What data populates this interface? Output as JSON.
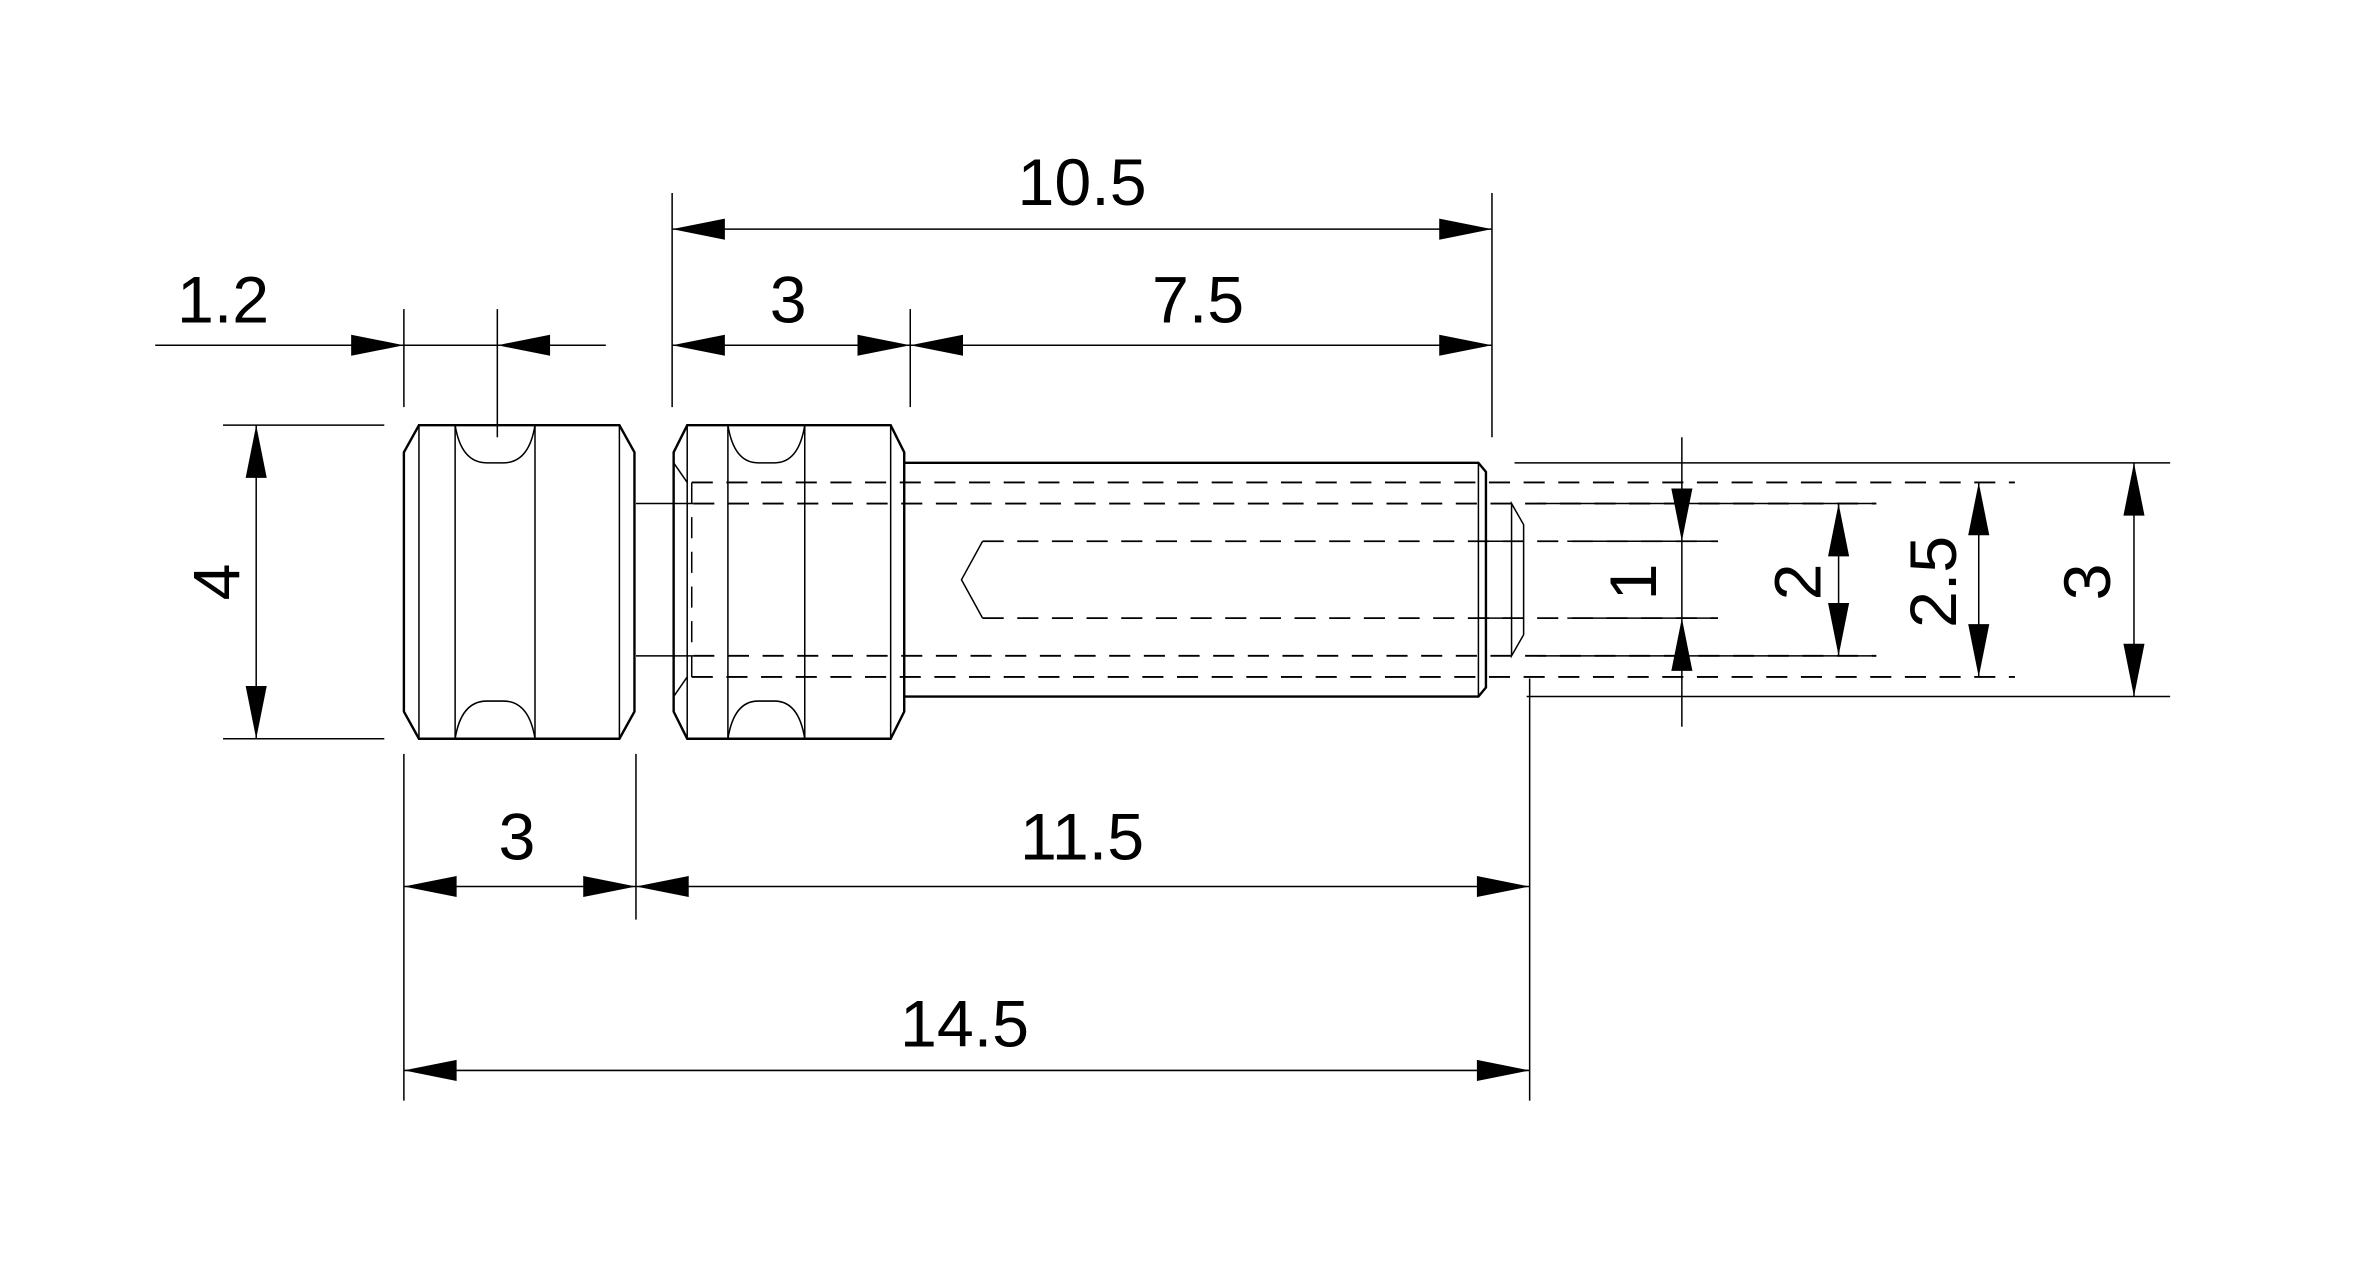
{
  "drawing": {
    "title": "Pin technical drawing",
    "dimensions": {
      "overall_top": "10.5",
      "collar_width": "3",
      "shaft_length": "7.5",
      "groove_width": "1.2",
      "head_diameter": "4",
      "head_width": "3",
      "body_length": "11.5",
      "overall_length": "14.5",
      "hole_diameter": "1",
      "pin_tip_diameter": "2",
      "thread_diameter": "2.5",
      "shaft_diameter": "3"
    }
  }
}
